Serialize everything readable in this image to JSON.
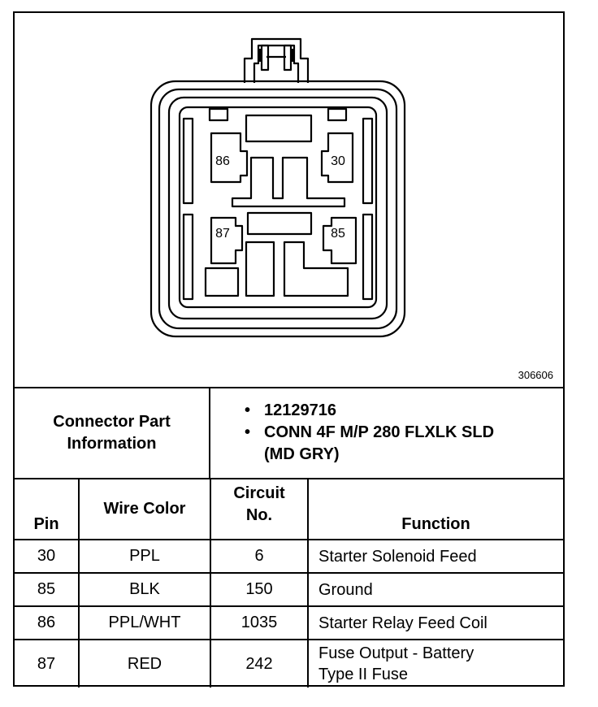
{
  "figure": {
    "number": "306606"
  },
  "connector": {
    "pin_labels": [
      "86",
      "30",
      "87",
      "85"
    ]
  },
  "info": {
    "label_line1": "Connector Part",
    "label_line2": "Information",
    "bullet": "•",
    "items": [
      {
        "line1": "12129716",
        "line2": ""
      },
      {
        "line1": "CONN 4F M/P 280 FLXLK SLD",
        "line2": "(MD GRY)"
      }
    ]
  },
  "table": {
    "headers": {
      "pin": "Pin",
      "wire_color": "Wire Color",
      "circuit_line1": "Circuit",
      "circuit_line2": "No.",
      "function": "Function"
    },
    "rows": [
      {
        "pin": "30",
        "wire_color": "PPL",
        "circuit": "6",
        "function_line1": "Starter Solenoid Feed",
        "function_line2": ""
      },
      {
        "pin": "85",
        "wire_color": "BLK",
        "circuit": "150",
        "function_line1": "Ground",
        "function_line2": ""
      },
      {
        "pin": "86",
        "wire_color": "PPL/WHT",
        "circuit": "1035",
        "function_line1": "Starter Relay Feed Coil",
        "function_line2": ""
      },
      {
        "pin": "87",
        "wire_color": "RED",
        "circuit": "242",
        "function_line1": "Fuse Output - Battery",
        "function_line2": "Type II Fuse"
      }
    ]
  }
}
